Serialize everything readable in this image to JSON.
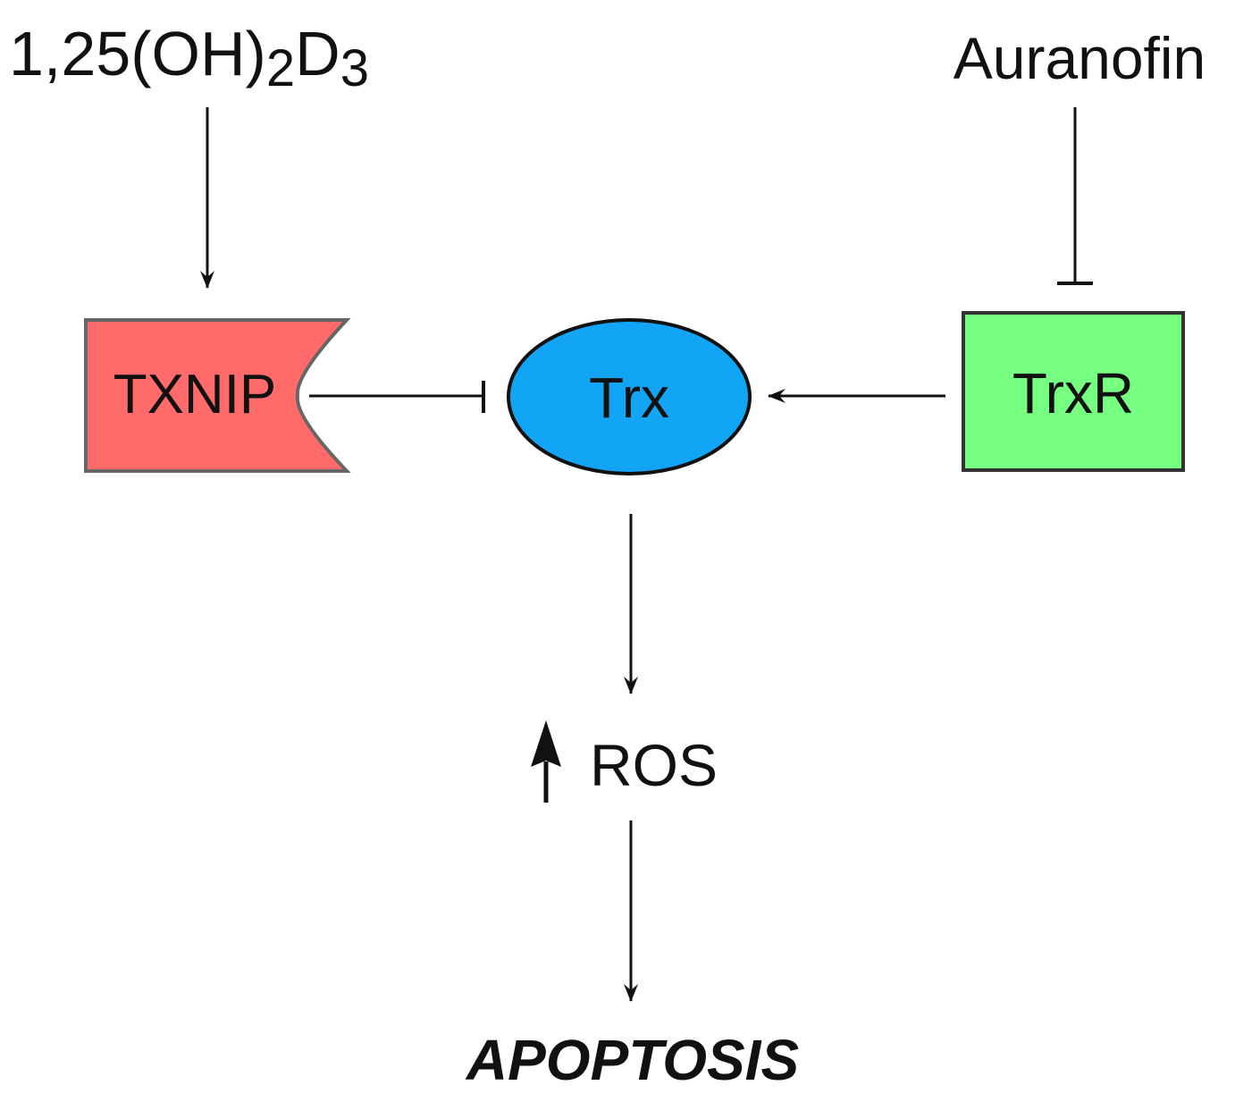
{
  "diagram": {
    "nodes": {
      "vitamin_d": {
        "base": "1,25(OH)",
        "sub1": "2",
        "mid": "D",
        "sub2": "3"
      },
      "auranofin": {
        "label": "Auranofin"
      },
      "txnip": {
        "label": "TXNIP",
        "fill": "#ff6b6b"
      },
      "trx": {
        "label": "Trx",
        "fill": "#12a4f5"
      },
      "trxr": {
        "label": "TrxR",
        "fill": "#77ff82"
      },
      "ros": {
        "label": "ROS",
        "indicator": "increase"
      },
      "apoptosis": {
        "label": "APOPTOSIS"
      }
    },
    "edges": [
      {
        "from": "vitamin_d",
        "to": "txnip",
        "type": "activation"
      },
      {
        "from": "auranofin",
        "to": "trxr",
        "type": "inhibition"
      },
      {
        "from": "txnip",
        "to": "trx",
        "type": "inhibition"
      },
      {
        "from": "trxr",
        "to": "trx",
        "type": "activation"
      },
      {
        "from": "trx",
        "to": "ros",
        "type": "activation"
      },
      {
        "from": "ros",
        "to": "apoptosis",
        "type": "activation"
      }
    ]
  }
}
